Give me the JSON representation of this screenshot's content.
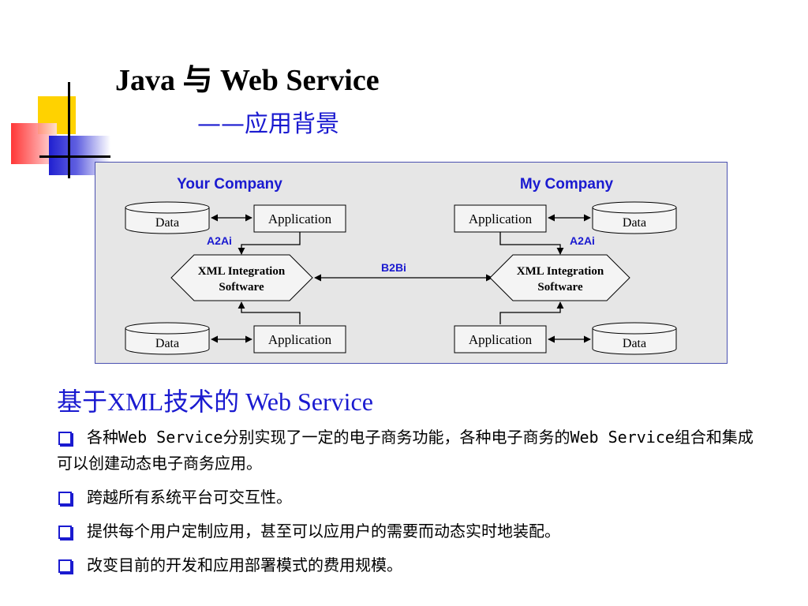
{
  "slide": {
    "title": "Java 与 Web Service",
    "subtitle": "——应用背景",
    "section_heading": "基于XML技术的 Web Service",
    "bullets": [
      "各种Web Service分别实现了一定的电子商务功能，各种电子商务的Web Service组合和集成可以创建动态电子商务应用。",
      "跨越所有系统平台可交互性。",
      "提供每个用户定制应用，甚至可以应用户的需要而动态实时地装配。",
      "改变目前的开发和应用部署模式的费用规模。"
    ]
  },
  "diagram": {
    "left_company": "Your Company",
    "right_company": "My Company",
    "data_label": "Data",
    "application_label": "Application",
    "a2ai_label": "A2Ai",
    "b2bi_label": "B2Bi",
    "xml_line1": "XML Integration",
    "xml_line2": "Software"
  },
  "colors": {
    "accent_blue": "#1a1ad0",
    "diagram_bg": "#e6e6e6"
  }
}
